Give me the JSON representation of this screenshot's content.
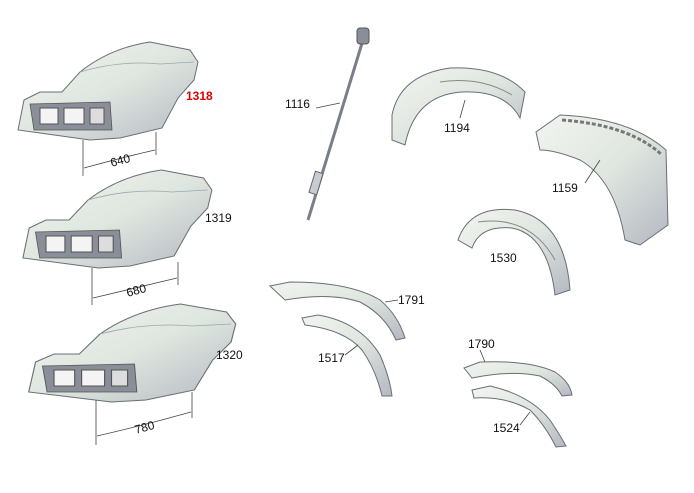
{
  "diagram": {
    "parts": [
      {
        "id": "hood-1318",
        "label": "1318",
        "dimension": "640",
        "highlight": true
      },
      {
        "id": "hood-1319",
        "label": "1319",
        "dimension": "680"
      },
      {
        "id": "hood-1320",
        "label": "1320",
        "dimension": "780"
      },
      {
        "id": "rod-1116",
        "label": "1116"
      },
      {
        "id": "fender-1194",
        "label": "1194"
      },
      {
        "id": "fender-1159",
        "label": "1159"
      },
      {
        "id": "fender-1530",
        "label": "1530"
      },
      {
        "id": "bracket-1791",
        "label": "1791"
      },
      {
        "id": "bracket-1517",
        "label": "1517"
      },
      {
        "id": "bracket-1790",
        "label": "1790"
      },
      {
        "id": "bracket-1524",
        "label": "1524"
      }
    ],
    "colors": {
      "highlight": "#e00000",
      "metal_light": "#e6ebe6",
      "metal_dark": "#a9aeb8"
    }
  }
}
